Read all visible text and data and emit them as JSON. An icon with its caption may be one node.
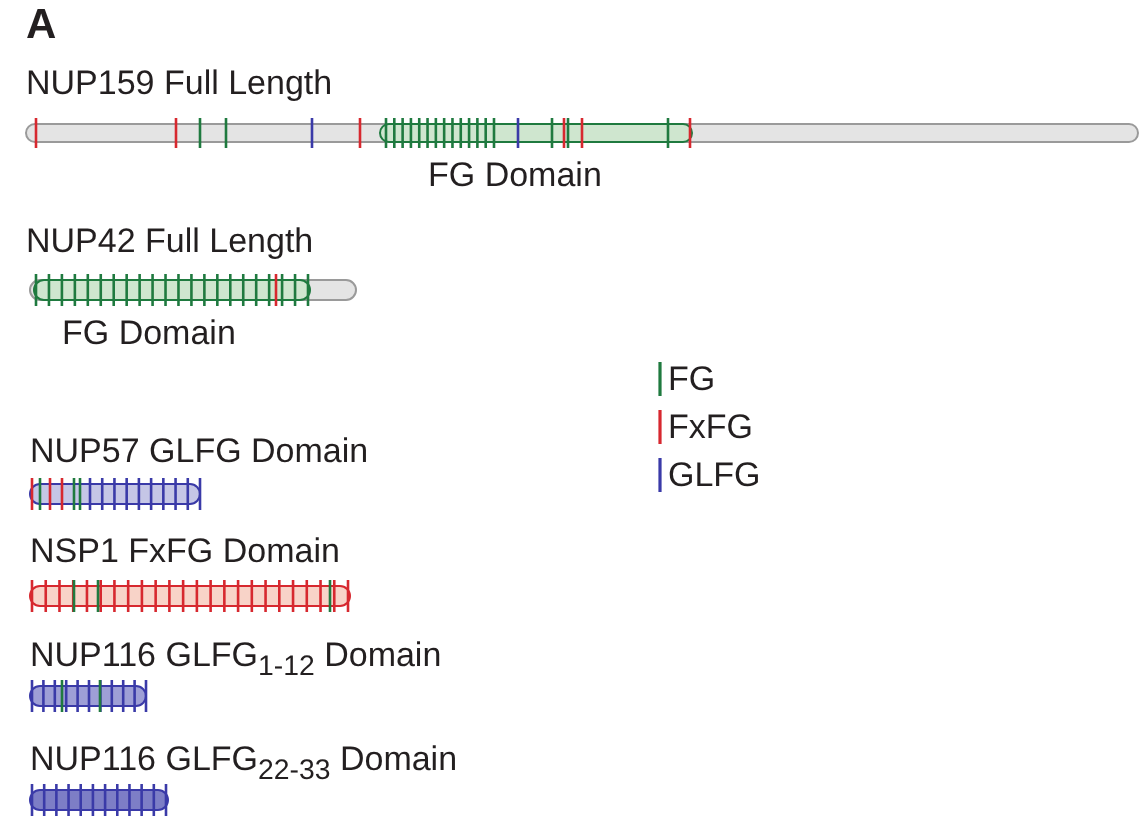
{
  "diagram": {
    "labels": [
      "A",
      "NUP159 Full Length",
      "FG Domain",
      "NUP42 Full Length",
      "FG Domain",
      "NUP57 GLFG Domain",
      "NSP1 FxFG Domain",
      "NUP116 GLFG$_{1-12}$ Domain",
      "NUP116 GLFG$_{22-33}$ Domain"
    ],
    "legend": [
      {
        "text": "FG"
      },
      {
        "text": "FxFG"
      },
      {
        "text": "GLFG"
      }
    ]
  }
}
